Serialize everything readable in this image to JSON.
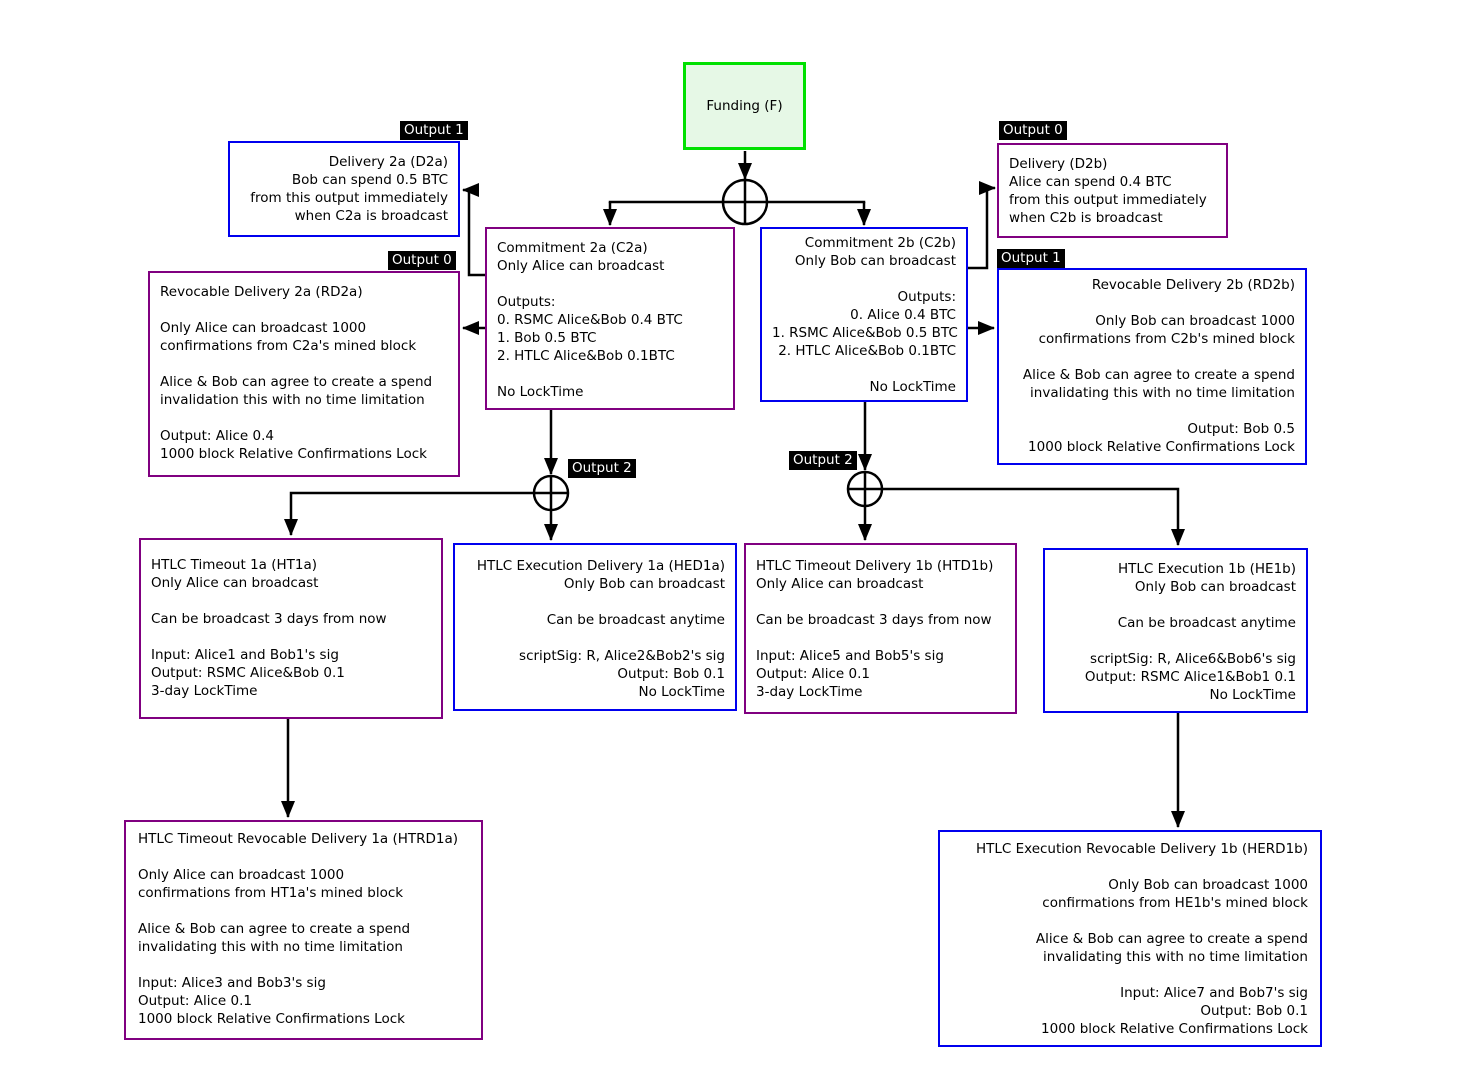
{
  "colors": {
    "purple_border": "#800080",
    "blue_border": "#0000ee",
    "green_border": "#00e000",
    "green_fill": "#e6f8e6",
    "tag_bg": "#000000",
    "tag_fg": "#ffffff"
  },
  "output_tags": {
    "d2a": "Output 1",
    "rd2a": "Output 0",
    "d2b": "Output 0",
    "rd2b": "Output 1",
    "c2a_output2": "Output 2",
    "c2b_output2": "Output 2"
  },
  "boxes": {
    "funding": {
      "title": "Funding (F)"
    },
    "d2a": {
      "lines": [
        "Delivery 2a (D2a)",
        "Bob can spend 0.5 BTC",
        "from this output immediately",
        "when C2a is broadcast"
      ]
    },
    "d2b": {
      "lines": [
        "Delivery (D2b)",
        "Alice can spend 0.4 BTC",
        "from this output immediately",
        "when C2b is broadcast"
      ]
    },
    "c2a": {
      "lines": [
        "Commitment 2a (C2a)",
        "Only Alice can broadcast",
        "",
        "Outputs:",
        "0. RSMC Alice&Bob 0.4 BTC",
        "1. Bob 0.5 BTC",
        "2. HTLC Alice&Bob 0.1BTC",
        "",
        "No LockTime"
      ]
    },
    "c2b": {
      "lines": [
        "Commitment 2b (C2b)",
        "Only Bob can broadcast",
        "",
        "Outputs:",
        "0. Alice 0.4 BTC",
        "1. RSMC Alice&Bob 0.5 BTC",
        "2. HTLC Alice&Bob 0.1BTC",
        "",
        "No LockTime"
      ]
    },
    "rd2a": {
      "lines": [
        "Revocable Delivery 2a (RD2a)",
        "",
        "Only Alice can broadcast 1000",
        "confirmations from C2a's mined block",
        "",
        "Alice & Bob can agree to create a spend",
        "invalidation this with no time limitation",
        "",
        "Output: Alice 0.4",
        "1000 block Relative Confirmations Lock"
      ]
    },
    "rd2b": {
      "lines": [
        "Revocable Delivery 2b (RD2b)",
        "",
        "Only Bob can broadcast 1000",
        "confirmations from C2b's mined block",
        "",
        "Alice & Bob can agree to create a spend",
        "invalidating this with no time limitation",
        "",
        "Output: Bob 0.5",
        "1000 block Relative Confirmations Lock"
      ]
    },
    "ht1a": {
      "lines": [
        "HTLC Timeout 1a (HT1a)",
        "Only Alice can broadcast",
        "",
        "Can be broadcast 3 days from now",
        "",
        "Input: Alice1 and Bob1's sig",
        "Output: RSMC Alice&Bob 0.1",
        "3-day LockTime"
      ]
    },
    "hed1a": {
      "lines": [
        "HTLC Execution Delivery 1a (HED1a)",
        "Only Bob can broadcast",
        "",
        "Can be broadcast anytime",
        "",
        "scriptSig: R, Alice2&Bob2's sig",
        "Output: Bob 0.1",
        "No LockTime"
      ]
    },
    "htd1b": {
      "lines": [
        "HTLC Timeout Delivery 1b (HTD1b)",
        "Only Alice can broadcast",
        "",
        "Can be broadcast 3 days from now",
        "",
        "Input: Alice5 and Bob5's sig",
        "Output: Alice 0.1",
        "3-day LockTime"
      ]
    },
    "he1b": {
      "lines": [
        "HTLC Execution 1b (HE1b)",
        "Only Bob can broadcast",
        "",
        "Can be broadcast anytime",
        "",
        "scriptSig: R, Alice6&Bob6's sig",
        "Output: RSMC Alice1&Bob1 0.1",
        "No LockTime"
      ]
    },
    "htrd1a": {
      "lines": [
        "HTLC Timeout Revocable Delivery 1a (HTRD1a)",
        "",
        "Only Alice can broadcast 1000",
        "confirmations from HT1a's mined block",
        "",
        "Alice & Bob can agree to create a spend",
        "invalidating this with no time limitation",
        "",
        "Input: Alice3 and Bob3's sig",
        "Output: Alice 0.1",
        "1000 block Relative Confirmations Lock"
      ]
    },
    "herd1b": {
      "lines": [
        "HTLC Execution Revocable Delivery 1b (HERD1b)",
        "",
        "Only Bob can broadcast 1000",
        "confirmations from HE1b's mined block",
        "",
        "Alice & Bob can agree to create a spend",
        "invalidating this with no time limitation",
        "",
        "Input: Alice7 and Bob7's sig",
        "Output: Bob 0.1",
        "1000 block Relative Confirmations Lock"
      ]
    }
  }
}
